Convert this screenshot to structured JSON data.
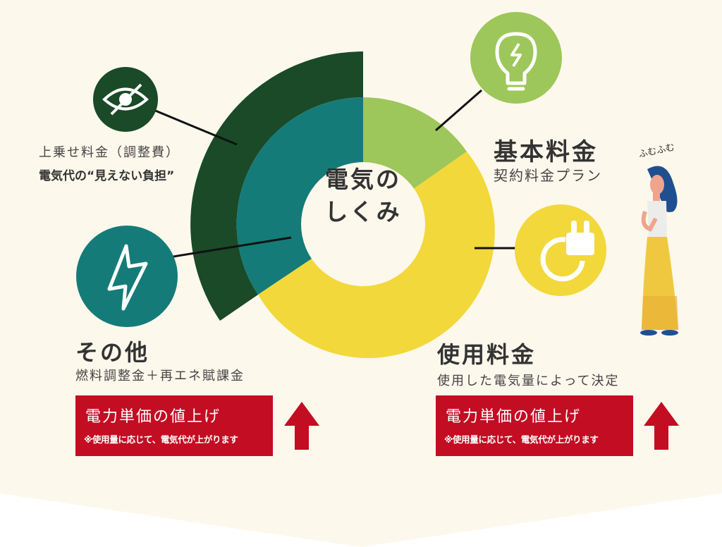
{
  "colors": {
    "background": "#fdf8ec",
    "dark_green": "#1a4a28",
    "teal": "#157b78",
    "light_green": "#9dc75a",
    "yellow": "#f2d83a",
    "red": "#c30d23"
  },
  "center": {
    "line1": "電気の",
    "line2": "しくみ"
  },
  "surcharge": {
    "icon": "eye-slash-icon",
    "title": "上乗せ料金（調整費）",
    "subtitle": "電気代の“見えない負担”"
  },
  "basic": {
    "icon": "light-bulb-icon",
    "title": "基本料金",
    "subtitle": "契約料金プラン"
  },
  "other": {
    "icon": "lightning-icon",
    "title": "その他",
    "subtitle": "燃料調整金＋再エネ賦課金",
    "notice": {
      "title": "電力単価の値上げ",
      "note": "※使用量に応じて、電気代が上がります",
      "icon": "up-arrow-icon"
    }
  },
  "usage": {
    "icon": "plug-icon",
    "title": "使用料金",
    "subtitle": "使用した電気量によって決定",
    "notice": {
      "title": "電力単価の値上げ",
      "note": "※使用量に応じて、電気代が上がります",
      "icon": "up-arrow-icon"
    }
  },
  "character": {
    "speech": "ふむふむ"
  }
}
